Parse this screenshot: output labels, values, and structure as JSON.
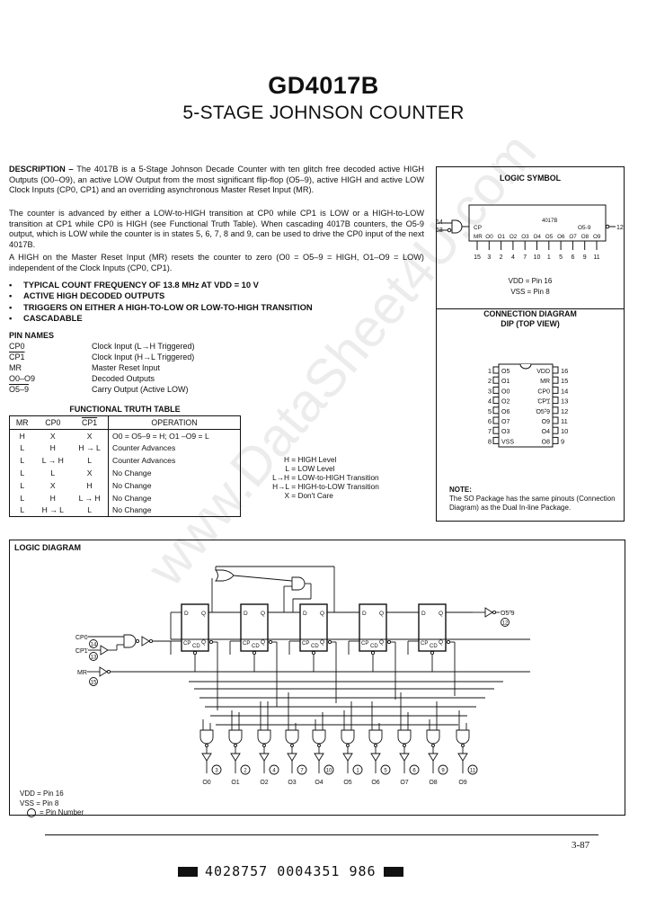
{
  "header": {
    "title": "GD4017B",
    "subtitle": "5-STAGE JOHNSON COUNTER"
  },
  "description": {
    "label": "DESCRIPTION –",
    "p1": "The 4017B is a 5-Stage Johnson Decade Counter with ten glitch free decoded active HIGH Outputs (O0–O9), an active LOW Output from the most significant flip-flop (O5–9), active HIGH and active LOW Clock Inputs (CP0, CP1) and an overriding asynchronous Master Reset Input (MR).",
    "p2": "The counter is advanced by either a LOW-to-HIGH transition at CP0 while CP1 is LOW or a HIGH-to-LOW transition at CP1 while CP0 is HIGH (see Functional Truth Table). When cascading 4017B counters, the O5-9 output, which is LOW while the counter is in states 5, 6, 7, 8 and 9, can be used to drive the CP0 input of the next 4017B.",
    "p3": "A HIGH on the Master Reset Input (MR) resets the counter to zero (O0 = O5–9 = HIGH, O1–O9 = LOW) independent of the Clock Inputs (CP0, CP1)."
  },
  "features": [
    "TYPICAL COUNT FREQUENCY OF 13.8 MHz AT VDD = 10 V",
    "ACTIVE HIGH DECODED OUTPUTS",
    "TRIGGERS ON EITHER A HIGH-TO-LOW OR LOW-TO-HIGH TRANSITION",
    "CASCADABLE"
  ],
  "pin_names": {
    "heading": "PIN NAMES",
    "rows": [
      {
        "pin": "CP0",
        "desc": "Clock Input (L→H Triggered)"
      },
      {
        "pin": "CP1",
        "desc": "Clock Input (H→L Triggered)"
      },
      {
        "pin": "MR",
        "desc": "Master Reset Input"
      },
      {
        "pin": "O0–O9",
        "desc": "Decoded Outputs"
      },
      {
        "pin": "O5–9",
        "desc": "Carry Output (Active LOW)"
      }
    ]
  },
  "truth_table": {
    "title": "FUNCTIONAL TRUTH TABLE",
    "headers": [
      "MR",
      "CP0",
      "CP1",
      "OPERATION"
    ],
    "rows": [
      [
        "H",
        "X",
        "X",
        "O0 = O5–9 = H; O1 –O9 = L"
      ],
      [
        "L",
        "H",
        "H → L",
        "Counter Advances"
      ],
      [
        "L",
        "L → H",
        "L",
        "Counter Advances"
      ],
      [
        "L",
        "L",
        "X",
        "No Change"
      ],
      [
        "L",
        "X",
        "H",
        "No Change"
      ],
      [
        "L",
        "H",
        "L → H",
        "No Change"
      ],
      [
        "L",
        "H → L",
        "L",
        "No Change"
      ]
    ],
    "legend": [
      {
        "k": "H",
        "v": "= HIGH Level"
      },
      {
        "k": "L",
        "v": "= LOW Level"
      },
      {
        "k": "L→H",
        "v": "= LOW-to-HIGH Transition"
      },
      {
        "k": "H→L",
        "v": "= HIGH-to-LOW Transition"
      },
      {
        "k": "X",
        "v": "= Don't Care"
      }
    ]
  },
  "logic_symbol": {
    "title": "LOGIC SYMBOL",
    "chip": "4017B",
    "cp_label": "CP",
    "carry_label": "O5-9",
    "in_pins": [
      "14",
      "13"
    ],
    "carry_pin": "12",
    "bottom_labels": [
      "MR",
      "O0",
      "O1",
      "O2",
      "O3",
      "O4",
      "O5",
      "O6",
      "O7",
      "O8",
      "O9"
    ],
    "bottom_pins": [
      "15",
      "3",
      "2",
      "4",
      "7",
      "10",
      "1",
      "5",
      "6",
      "9",
      "11"
    ],
    "vdd": "VDD = Pin 16",
    "vss": "VSS = Pin 8"
  },
  "connection_diagram": {
    "title": "CONNECTION DIAGRAM",
    "subtitle": "DIP (TOP VIEW)",
    "left": [
      {
        "n": "1",
        "l": "O5"
      },
      {
        "n": "2",
        "l": "O1"
      },
      {
        "n": "3",
        "l": "O0"
      },
      {
        "n": "4",
        "l": "O2"
      },
      {
        "n": "5",
        "l": "O6"
      },
      {
        "n": "6",
        "l": "O7"
      },
      {
        "n": "7",
        "l": "O3"
      },
      {
        "n": "8",
        "l": "VSS"
      }
    ],
    "right": [
      {
        "n": "16",
        "l": "VDD"
      },
      {
        "n": "15",
        "l": "MR"
      },
      {
        "n": "14",
        "l": "CP0"
      },
      {
        "n": "13",
        "l": "CP1"
      },
      {
        "n": "12",
        "l": "O5-9"
      },
      {
        "n": "11",
        "l": "O9"
      },
      {
        "n": "10",
        "l": "O4"
      },
      {
        "n": "9",
        "l": "O8"
      }
    ]
  },
  "note": {
    "title": "NOTE:",
    "text": "The SO Package has the same pinouts (Connection Diagram) as the Dual In-line Package."
  },
  "logic_diagram": {
    "title": "LOGIC DIAGRAM",
    "inputs": [
      {
        "l": "CP0",
        "p": "14"
      },
      {
        "l": "CP1",
        "p": "13"
      },
      {
        "l": "MR",
        "p": "15"
      }
    ],
    "ff_labels": {
      "d": "D",
      "q": "Q",
      "cp": "CP",
      "cd": "CD"
    },
    "carry": {
      "l": "O5-9",
      "p": "12"
    },
    "outputs": [
      {
        "l": "O0",
        "p": "3"
      },
      {
        "l": "O1",
        "p": "2"
      },
      {
        "l": "O2",
        "p": "4"
      },
      {
        "l": "O3",
        "p": "7"
      },
      {
        "l": "O4",
        "p": "10"
      },
      {
        "l": "O5",
        "p": "1"
      },
      {
        "l": "O6",
        "p": "5"
      },
      {
        "l": "O7",
        "p": "6"
      },
      {
        "l": "O8",
        "p": "9"
      },
      {
        "l": "O9",
        "p": "11"
      }
    ],
    "legend": [
      "VDD = Pin 16",
      "VSS = Pin 8",
      "= Pin Number"
    ]
  },
  "footer": {
    "page": "3-87",
    "barcode": "4028757 0004351 986"
  },
  "watermark": "www.DataSheet4U.com"
}
